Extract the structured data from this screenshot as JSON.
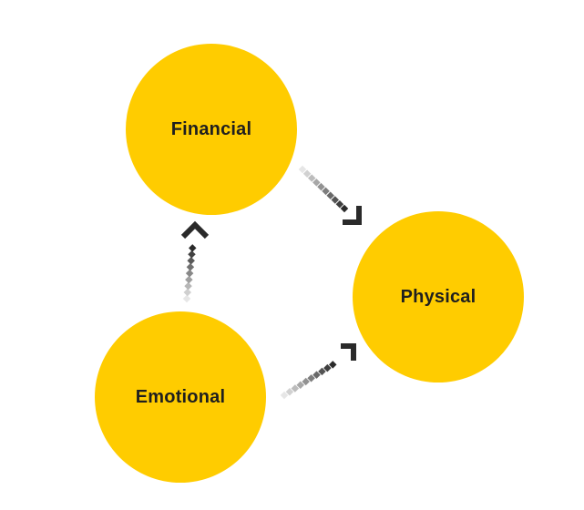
{
  "colors": {
    "node_fill": "#FFCC00",
    "label": "#1f1f1f",
    "arrow_dark": "#2a2a2a",
    "arrow_light": "#e6e6e6"
  },
  "nodes": {
    "financial": {
      "label": "Financial"
    },
    "physical": {
      "label": "Physical"
    },
    "emotional": {
      "label": "Emotional"
    }
  },
  "edges": [
    {
      "from": "financial",
      "to": "physical",
      "style": "dashed-fade-arrow"
    },
    {
      "from": "emotional",
      "to": "physical",
      "style": "dashed-fade-arrow"
    },
    {
      "from": "emotional",
      "to": "financial",
      "style": "dashed-fade-arrow"
    }
  ]
}
